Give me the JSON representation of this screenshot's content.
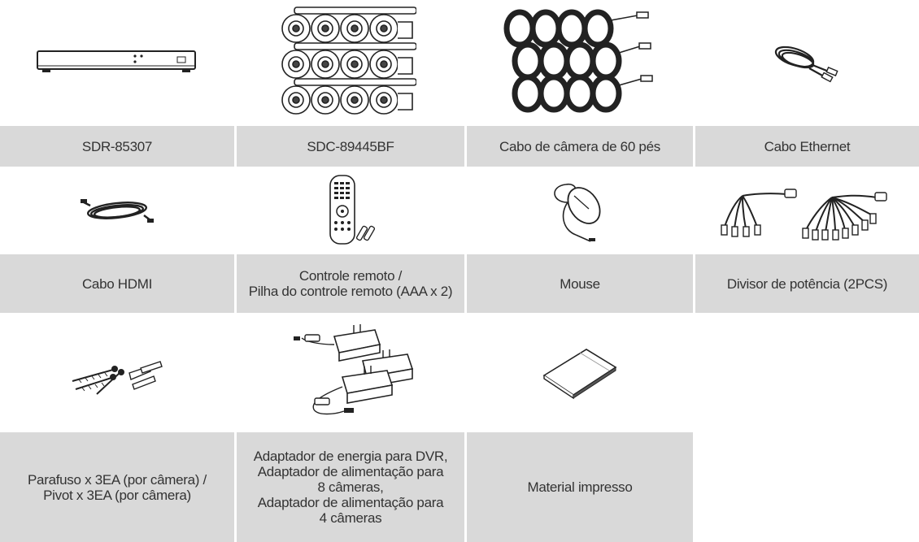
{
  "items": [
    {
      "label": "SDR-85307",
      "icon": "dvr-recorder-icon"
    },
    {
      "label": "SDC-89445BF",
      "icon": "bullet-cameras-icon"
    },
    {
      "label": "Cabo de câmera de 60 pés",
      "icon": "camera-cables-icon"
    },
    {
      "label": "Cabo Ethernet",
      "icon": "ethernet-cable-icon"
    },
    {
      "label": "Cabo HDMI",
      "icon": "hdmi-cable-icon"
    },
    {
      "label": "Controle remoto /\nPilha do controle remoto (AAA x 2)",
      "icon": "remote-control-icon"
    },
    {
      "label": "Mouse",
      "icon": "mouse-icon"
    },
    {
      "label": "Divisor de potência (2PCS)",
      "icon": "power-splitter-icon"
    },
    {
      "label": "Parafuso x 3EA (por câmera) /\nPivot x 3EA (por câmera)",
      "icon": "screws-anchors-icon"
    },
    {
      "label": "Adaptador de energia para DVR,\nAdaptador de alimentação para\n8 câmeras,\nAdaptador de alimentação para\n4 câmeras",
      "icon": "power-adapters-icon"
    },
    {
      "label": "Material impresso",
      "icon": "printed-material-icon"
    }
  ]
}
